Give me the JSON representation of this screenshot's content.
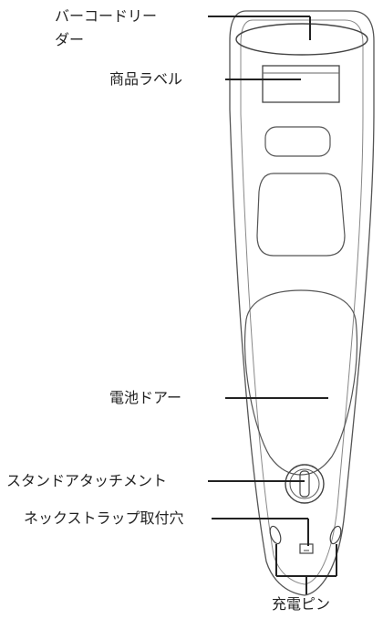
{
  "diagram": {
    "labels": {
      "barcode_reader_line1": "バーコードリー",
      "barcode_reader_line2": "ダー",
      "product_label": "商品ラベル",
      "battery_door": "電池ドアー",
      "stand_attachment": "スタンドアタッチメント",
      "neck_strap_hole": "ネックストラップ取付穴",
      "charging_pins": "充電ピン"
    }
  }
}
